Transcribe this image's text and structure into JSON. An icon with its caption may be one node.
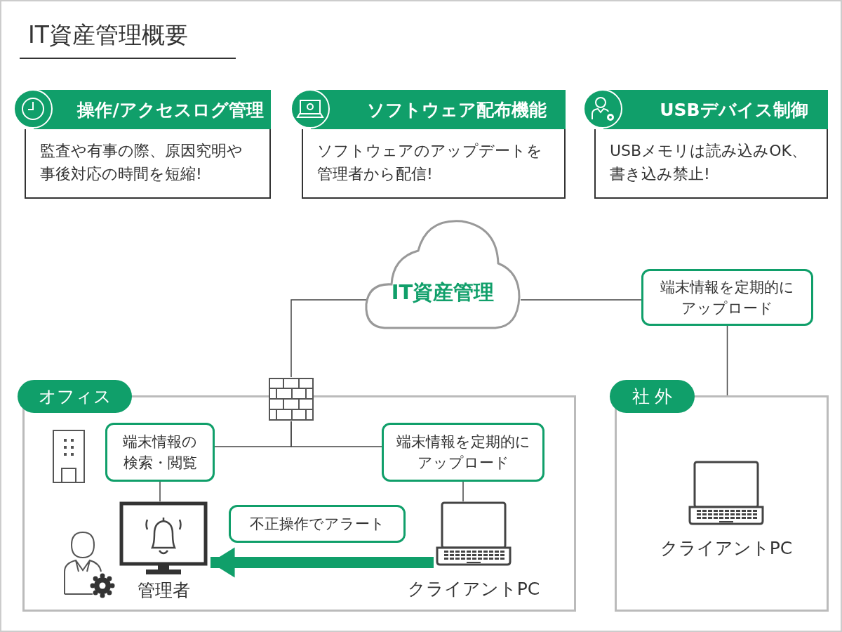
{
  "diagram": {
    "title": "IT資産管理概要",
    "nodes": [
      {
        "text": [
          "操作/アクセスログ管理",
          "監査や有事の際、原因究明や事後対応の時間を短縮!"
        ]
      },
      {
        "text": [
          "ソフトウェア配布機能",
          "ソフトウェアのアップデートを管理者から配信!"
        ]
      },
      {
        "text": [
          "USBデバイス制御",
          "USBメモリは読み込みOK、書き込み禁止!"
        ]
      },
      {
        "text": [
          "IT資産管理"
        ]
      },
      {
        "text": [
          "端末情報を定期的にアップロード"
        ]
      },
      {
        "text": [
          "オフィス"
        ]
      },
      {
        "text": [],
        "shape": "firewall"
      },
      {
        "text": [
          "端末情報の検索・閲覧"
        ],
        "in": 5
      },
      {
        "text": [
          "端末情報を定期的にアップロード"
        ],
        "in": 5
      },
      {
        "text": [],
        "shape": "monitor",
        "in": 5,
        "beside": [
          "管理者"
        ]
      },
      {
        "text": [
          "不正操作でアラート"
        ],
        "in": 5
      },
      {
        "text": [],
        "shape": "laptop",
        "in": 5,
        "beside": [
          "クライアントPC"
        ]
      },
      {
        "text": [
          "社 外"
        ]
      },
      {
        "text": [],
        "shape": "laptop",
        "in": 12,
        "beside": [
          "クライアントPC"
        ]
      }
    ],
    "edges": [
      {
        "from": 3,
        "to": 6,
        "arrow": "none"
      },
      {
        "from": 3,
        "to": 4,
        "arrow": "none"
      },
      {
        "from": 4,
        "to": 12,
        "arrow": "none"
      },
      {
        "from": 6,
        "to": 7,
        "arrow": "none"
      },
      {
        "from": 6,
        "to": 8,
        "arrow": "none"
      },
      {
        "from": 7,
        "to": 9,
        "arrow": "none"
      },
      {
        "from": 8,
        "to": 11,
        "arrow": "none"
      },
      {
        "from": 11,
        "to": 9,
        "arrow": "to",
        "style": "thick",
        "color": "#109f6a"
      }
    ]
  }
}
